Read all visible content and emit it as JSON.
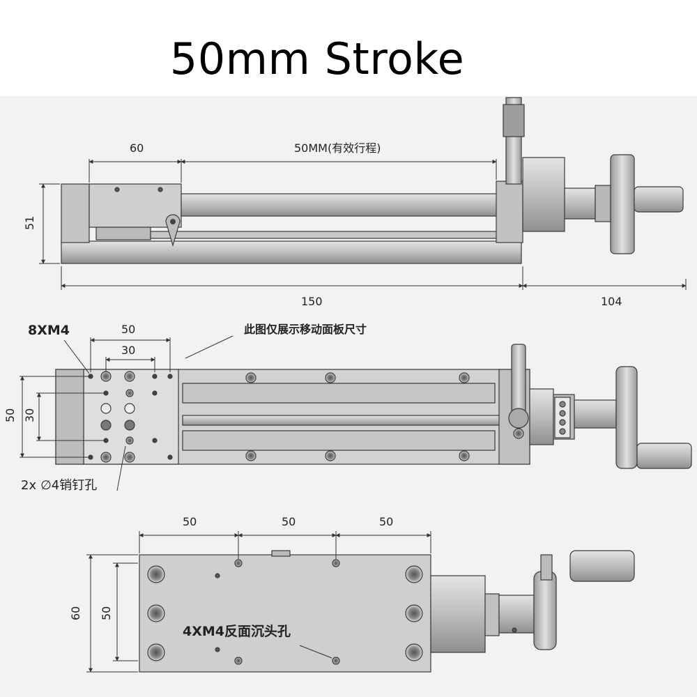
{
  "title": "50mm Stroke",
  "front_view": {
    "dim_slider_width": "60",
    "dim_stroke": "50MM(有效行程)",
    "dim_height": "51",
    "dim_base_length": "150",
    "dim_handle_length": "104"
  },
  "top_view": {
    "label_threads": "8XM4",
    "dim_hole_outer": "50",
    "dim_hole_inner": "30",
    "note_panel": "此图仅展示移动面板尺寸",
    "dim_vertical_outer": "50",
    "dim_vertical_inner": "30",
    "label_pins": "2x",
    "label_pins_symbol": "∅",
    "label_pins_rest": "4销钉孔"
  },
  "bottom_view": {
    "dim_spacing_1": "50",
    "dim_spacing_2": "50",
    "dim_spacing_3": "50",
    "dim_width_outer": "60",
    "dim_width_inner": "50",
    "label_counterbore": "4XM4反面沉头孔"
  },
  "colors": {
    "drawing_background": "#f2f2f2",
    "metal_light": "#d6d6d6",
    "metal_mid": "#b4b4b4",
    "metal_dark": "#8c8c8c",
    "outline": "#3a3a3a"
  }
}
